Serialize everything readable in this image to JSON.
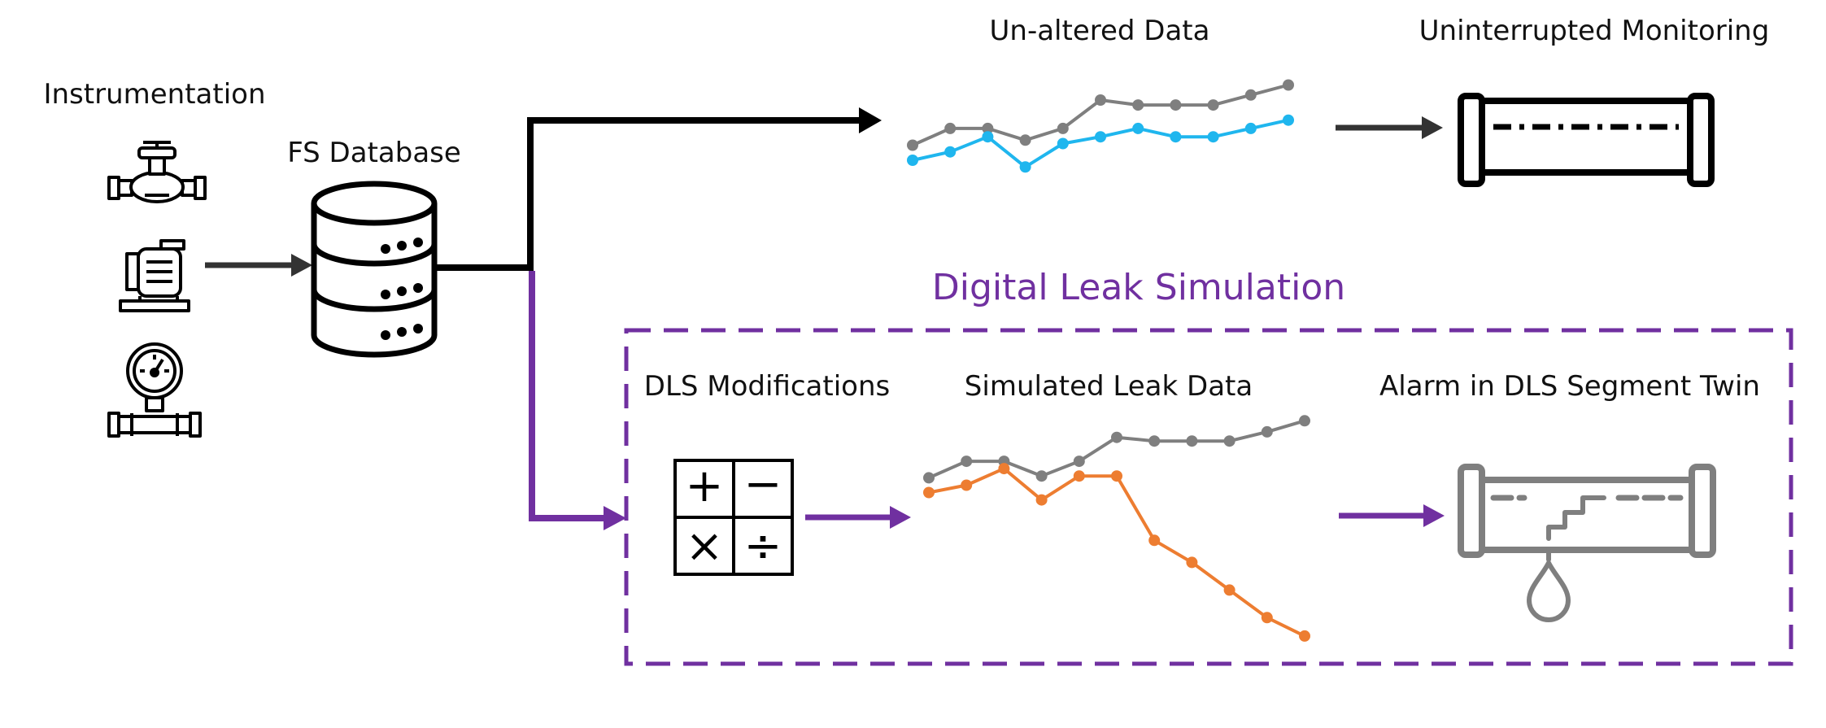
{
  "labels": {
    "instrumentation": "Instrumentation",
    "fs_database": "FS Database",
    "unaltered_data": "Un-altered Data",
    "uninterrupted_monitoring": "Uninterrupted Monitoring",
    "digital_leak_simulation": "Digital Leak Simulation",
    "dls_modifications": "DLS Modifications",
    "simulated_leak_data": "Simulated Leak Data",
    "alarm_twin": "Alarm in DLS Segment Twin"
  },
  "colors": {
    "purple": "#7030a0",
    "black": "#000000",
    "gray": "#7f7f7f",
    "blue": "#1fb6ee",
    "orange": "#ed7d31"
  },
  "icons": {
    "instruments": [
      "valve-icon",
      "motor-pump-icon",
      "pressure-gauge-icon"
    ],
    "database": "database-icon",
    "operations": "math-operations-icon",
    "pipe": "pipe-segment-icon",
    "leaking_pipe": "leaking-pipe-icon"
  },
  "math_symbols": [
    "+",
    "−",
    "×",
    "÷"
  ],
  "chart_data": [
    {
      "type": "line",
      "title": "Un-altered Data",
      "x": [
        0,
        1,
        2,
        3,
        4,
        5,
        6,
        7,
        8,
        9,
        10
      ],
      "series": [
        {
          "values": [
            2.6,
            3.6,
            3.6,
            2.9,
            3.6,
            5.3,
            5.0,
            5.0,
            5.0,
            5.6,
            6.2
          ]
        },
        {
          "values": [
            1.7,
            2.2,
            3.1,
            1.3,
            2.7,
            3.1,
            3.6,
            3.1,
            3.1,
            3.6,
            4.1
          ]
        }
      ],
      "ylim": [
        0,
        7
      ]
    },
    {
      "type": "line",
      "title": "Simulated Leak Data",
      "x": [
        0,
        1,
        2,
        3,
        4,
        5,
        6,
        7,
        8,
        9,
        10
      ],
      "series": [
        {
          "values": [
            9.4,
            10.3,
            10.3,
            9.5,
            10.3,
            11.6,
            11.4,
            11.4,
            11.4,
            11.9,
            12.5
          ]
        },
        {
          "values": [
            8.6,
            9.0,
            9.9,
            8.2,
            9.5,
            9.5,
            6.0,
            4.8,
            3.3,
            1.8,
            0.8
          ]
        }
      ],
      "ylim": [
        0,
        13
      ]
    }
  ]
}
